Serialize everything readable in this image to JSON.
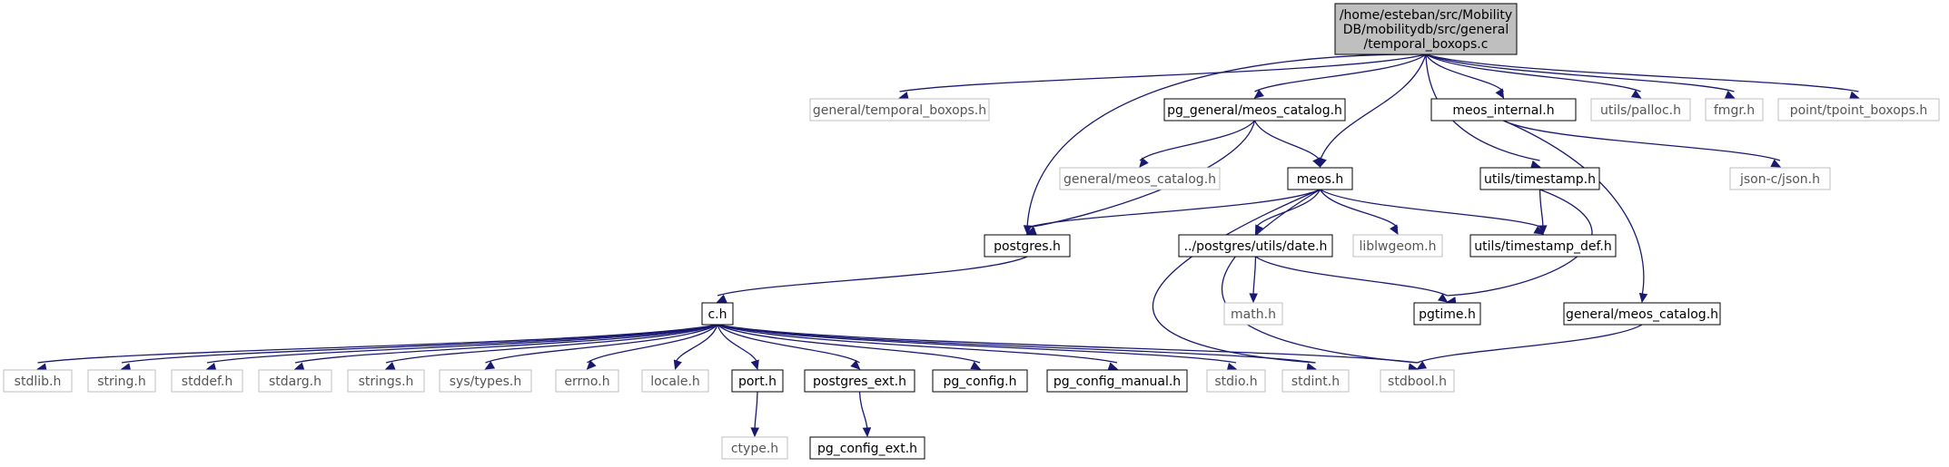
{
  "nodes": {
    "root": {
      "lines": [
        "/home/esteban/src/Mobility",
        "DB/mobilitydb/src/general",
        "/temporal_boxops.c"
      ],
      "style": "root"
    },
    "temporal_boxops_h": {
      "lines": [
        "general/temporal_boxops.h"
      ],
      "style": "light"
    },
    "pg_meos_catalog_h": {
      "lines": [
        "pg_general/meos_catalog.h"
      ],
      "style": "solid"
    },
    "meos_internal_h": {
      "lines": [
        "meos_internal.h"
      ],
      "style": "solid"
    },
    "utils_palloc_h": {
      "lines": [
        "utils/palloc.h"
      ],
      "style": "light"
    },
    "fmgr_h": {
      "lines": [
        "fmgr.h"
      ],
      "style": "light"
    },
    "tpoint_boxops_h": {
      "lines": [
        "point/tpoint_boxops.h"
      ],
      "style": "light"
    },
    "gen_meos_catalog_light": {
      "lines": [
        "general/meos_catalog.h"
      ],
      "style": "light"
    },
    "meos_h": {
      "lines": [
        "meos.h"
      ],
      "style": "solid"
    },
    "utils_timestamp_h": {
      "lines": [
        "utils/timestamp.h"
      ],
      "style": "solid"
    },
    "json_h": {
      "lines": [
        "json-c/json.h"
      ],
      "style": "light"
    },
    "postgres_h": {
      "lines": [
        "postgres.h"
      ],
      "style": "solid"
    },
    "pg_utils_date_h": {
      "lines": [
        "../postgres/utils/date.h"
      ],
      "style": "solid"
    },
    "liblwgeom_h": {
      "lines": [
        "liblwgeom.h"
      ],
      "style": "light"
    },
    "timestamp_def_h": {
      "lines": [
        "utils/timestamp_def.h"
      ],
      "style": "solid"
    },
    "c_h": {
      "lines": [
        "c.h"
      ],
      "style": "solid"
    },
    "math_h": {
      "lines": [
        "math.h"
      ],
      "style": "light"
    },
    "pgtime_h": {
      "lines": [
        "pgtime.h"
      ],
      "style": "solid"
    },
    "gen_meos_catalog_solid": {
      "lines": [
        "general/meos_catalog.h"
      ],
      "style": "solid"
    },
    "stdlib_h": {
      "lines": [
        "stdlib.h"
      ],
      "style": "light"
    },
    "string_h": {
      "lines": [
        "string.h"
      ],
      "style": "light"
    },
    "stddef_h": {
      "lines": [
        "stddef.h"
      ],
      "style": "light"
    },
    "stdarg_h": {
      "lines": [
        "stdarg.h"
      ],
      "style": "light"
    },
    "strings_h": {
      "lines": [
        "strings.h"
      ],
      "style": "light"
    },
    "sys_types_h": {
      "lines": [
        "sys/types.h"
      ],
      "style": "light"
    },
    "errno_h": {
      "lines": [
        "errno.h"
      ],
      "style": "light"
    },
    "locale_h": {
      "lines": [
        "locale.h"
      ],
      "style": "light"
    },
    "port_h": {
      "lines": [
        "port.h"
      ],
      "style": "solid"
    },
    "postgres_ext_h": {
      "lines": [
        "postgres_ext.h"
      ],
      "style": "solid"
    },
    "pg_config_h": {
      "lines": [
        "pg_config.h"
      ],
      "style": "solid"
    },
    "pg_config_manual_h": {
      "lines": [
        "pg_config_manual.h"
      ],
      "style": "solid"
    },
    "stdio_h": {
      "lines": [
        "stdio.h"
      ],
      "style": "light"
    },
    "stdint_h": {
      "lines": [
        "stdint.h"
      ],
      "style": "light"
    },
    "stdbool_h": {
      "lines": [
        "stdbool.h"
      ],
      "style": "light"
    },
    "ctype_h": {
      "lines": [
        "ctype.h"
      ],
      "style": "light"
    },
    "pg_config_ext_h": {
      "lines": [
        "pg_config_ext.h"
      ],
      "style": "solid"
    }
  },
  "edges": [
    [
      "root",
      "temporal_boxops_h"
    ],
    [
      "root",
      "pg_meos_catalog_h"
    ],
    [
      "root",
      "meos_internal_h"
    ],
    [
      "root",
      "utils_palloc_h"
    ],
    [
      "root",
      "fmgr_h"
    ],
    [
      "root",
      "tpoint_boxops_h"
    ],
    [
      "root",
      "postgres_h"
    ],
    [
      "root",
      "meos_h"
    ],
    [
      "root",
      "utils_timestamp_h"
    ],
    [
      "pg_meos_catalog_h",
      "gen_meos_catalog_light"
    ],
    [
      "pg_meos_catalog_h",
      "meos_h"
    ],
    [
      "pg_meos_catalog_h",
      "postgres_h"
    ],
    [
      "meos_internal_h",
      "json_h"
    ],
    [
      "meos_internal_h",
      "gen_meos_catalog_solid"
    ],
    [
      "meos_h",
      "postgres_h"
    ],
    [
      "meos_h",
      "pg_utils_date_h"
    ],
    [
      "meos_h",
      "liblwgeom_h"
    ],
    [
      "meos_h",
      "timestamp_def_h"
    ],
    [
      "meos_h",
      "stdint_h"
    ],
    [
      "meos_h",
      "stdbool_h"
    ],
    [
      "utils_timestamp_h",
      "timestamp_def_h"
    ],
    [
      "utils_timestamp_h",
      "pgtime_h"
    ],
    [
      "postgres_h",
      "c_h"
    ],
    [
      "pg_utils_date_h",
      "math_h"
    ],
    [
      "pg_utils_date_h",
      "pgtime_h"
    ],
    [
      "gen_meos_catalog_solid",
      "stdbool_h"
    ],
    [
      "c_h",
      "stdlib_h"
    ],
    [
      "c_h",
      "string_h"
    ],
    [
      "c_h",
      "stddef_h"
    ],
    [
      "c_h",
      "stdarg_h"
    ],
    [
      "c_h",
      "strings_h"
    ],
    [
      "c_h",
      "sys_types_h"
    ],
    [
      "c_h",
      "errno_h"
    ],
    [
      "c_h",
      "locale_h"
    ],
    [
      "c_h",
      "port_h"
    ],
    [
      "c_h",
      "postgres_ext_h"
    ],
    [
      "c_h",
      "pg_config_h"
    ],
    [
      "c_h",
      "pg_config_manual_h"
    ],
    [
      "c_h",
      "stdio_h"
    ],
    [
      "c_h",
      "stdint_h"
    ],
    [
      "c_h",
      "stdbool_h"
    ],
    [
      "port_h",
      "ctype_h"
    ],
    [
      "postgres_ext_h",
      "pg_config_ext_h"
    ]
  ],
  "colors": {
    "edge": "#191970",
    "root_fill": "#bfbfbf",
    "light_border": "#bfbfbf",
    "solid_border": "#000000"
  }
}
